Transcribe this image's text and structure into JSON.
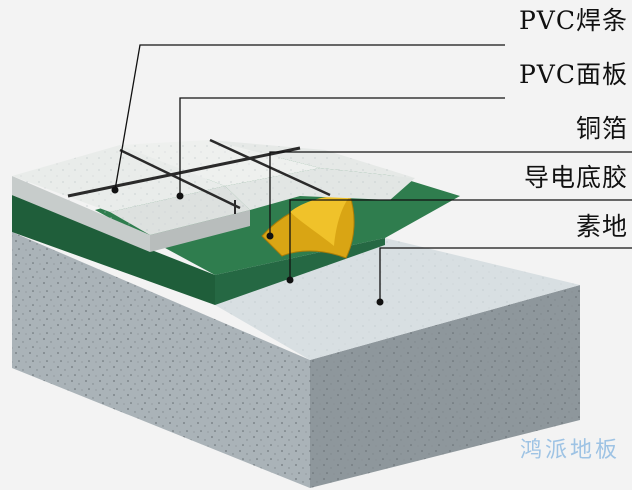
{
  "callouts": {
    "pvc_weld": "PVC焊条",
    "pvc_panel": "PVC面板",
    "copper_foil": "铜箔",
    "conductive_primer": "导电底胶",
    "base_floor": "素地"
  },
  "watermark": "鸿派地板",
  "colors": {
    "concrete_top": "#d8dfe2",
    "concrete_front": "#aab3b8",
    "concrete_side": "#8e979c",
    "green_primer": "#2f7d4e",
    "pvc_tile": "#e9ecea",
    "copper_foil": "#d9a514",
    "weld_line": "#2a2a2a",
    "watermark": "#9ec3e4"
  }
}
